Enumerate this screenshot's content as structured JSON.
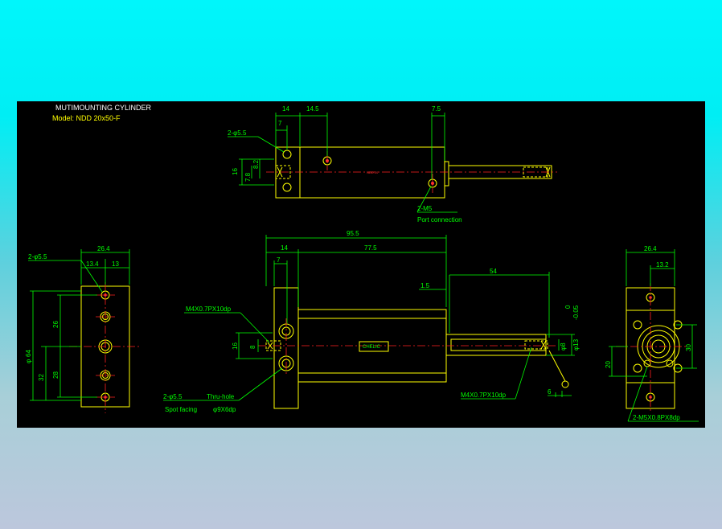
{
  "title": {
    "name": "MUTIMOUNTING CYLINDER",
    "model": "Model: NDD 20x50-F"
  },
  "top_view": {
    "dims": [
      "14",
      "14.5",
      "7.5",
      "7",
      "16",
      "7.8",
      "8.2"
    ],
    "hole_label": "2-φ5.5",
    "port_label": "2-M5",
    "port_note": "Port connection",
    "body_tag": "NDD 20"
  },
  "left_view": {
    "dims": [
      "26.4",
      "13.4",
      "13",
      "26",
      "28",
      "32",
      "64"
    ],
    "hole_label": "2-φ5.5",
    "phi_prefix": "φ"
  },
  "front_view": {
    "dims": [
      "95.5",
      "14",
      "77.5",
      "7",
      "1.5",
      "54",
      "16",
      "8",
      "0",
      "-0.05",
      "φ13",
      "φ8",
      "6"
    ],
    "thread_left": "M4X0.7PX10dp",
    "thread_right": "M4X0.7PX10dp",
    "hole_label": "2-φ5.5",
    "thru_hole": "Thru-hole",
    "spot_facing": "Spot facing",
    "spot_dim": "φ9X6dp",
    "brand": "CHELIC"
  },
  "right_view": {
    "dims": [
      "26.4",
      "13.2",
      "30",
      "20"
    ],
    "thread_label": "2-M5X0.8PX8dp"
  }
}
